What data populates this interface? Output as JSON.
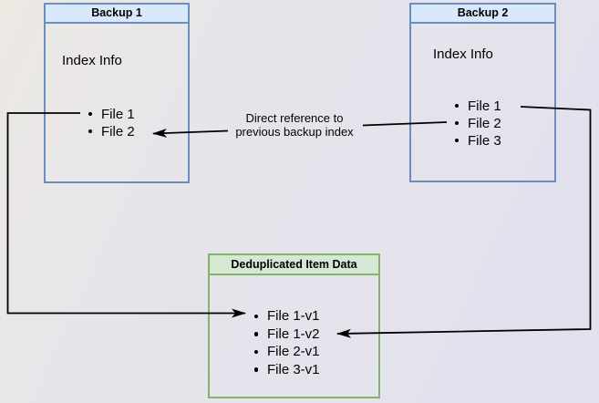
{
  "nodes": {
    "backup1": {
      "title": "Backup 1",
      "label": "Index Info",
      "files": [
        "File 1",
        "File 2"
      ]
    },
    "backup2": {
      "title": "Backup 2",
      "label": "Index Info",
      "files": [
        "File 1",
        "File 2",
        "File 3"
      ]
    },
    "dedup": {
      "title": "Deduplicated Item Data",
      "files": [
        "File 1-v1",
        "File 1-v2",
        "File 2-v1",
        "File 3-v1"
      ]
    }
  },
  "edges": {
    "direct_reference": {
      "line1": "Direct reference to",
      "line2": "previous backup index"
    }
  },
  "colors": {
    "blue_header_fill": "#dae8fc",
    "blue_border": "#6c8ebf",
    "green_header_fill": "#d5e8d4",
    "green_border": "#82b366",
    "line": "#000000",
    "text": "#000000"
  }
}
